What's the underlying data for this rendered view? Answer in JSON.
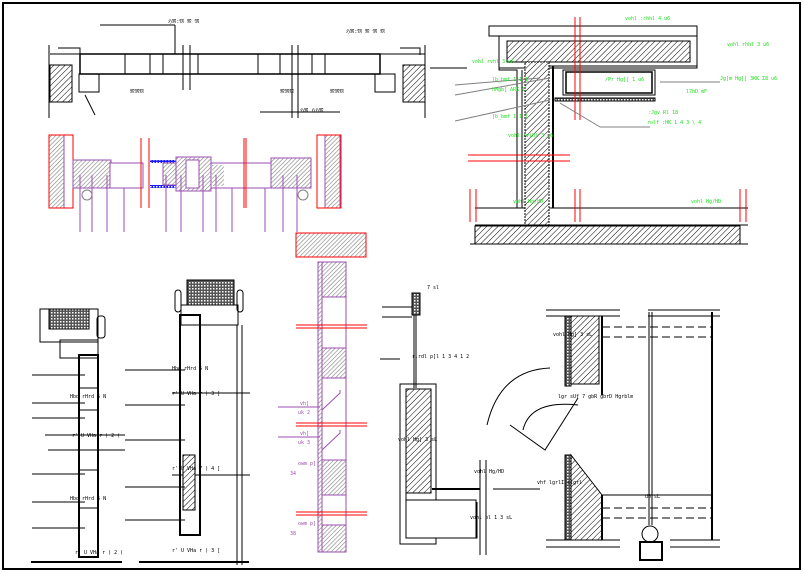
{
  "colors": {
    "line": "#000000",
    "section": "#ff0000",
    "annotation_green": "#18e018",
    "annotation_purple": "#9b4fb0",
    "glazing": "#1a1aff",
    "hatch": "#808080"
  },
  "top_plan_labels": [
    "ℌ𝔐:𝔐 𝔐 𝔐",
    "ℌ𝔐:𝔐 𝔐 𝔐 𝔐",
    "𝔐𝔐𝔐",
    "𝔐𝔐𝔐",
    "𝔐𝔐𝔐",
    "ℌ𝔐 ℌℌ𝔐"
  ],
  "top_right_labels": [
    "vohl :rhhl 4 u6",
    "vohl rhhl 3 u6",
    "vohl rvhl 3 u6",
    "]b_bmf 1 1 1",
    "hMgb[ ΛRK Σ",
    "]b_bmf 1 1 1",
    "/Pr Hg][ 1 u6",
    "Jg[m Hg][ 3KK Σ8 u6",
    "l7hD mF",
    ":Jgv Rl 18",
    "rolf :HK 1 4 3 \\ 4",
    "vohl rv(hl 3 u6",
    "vohl Hg/HD",
    "vohl Hg/HD"
  ],
  "bottom_left_labels": [
    "Hbd rHrd 5 N",
    "Hbd rHrd 5 N",
    "Hbd rHrd 5 N",
    "r' U VHa r ) 2 (",
    "r' U VHa r ) 3 [",
    "r' U VHa 7 ) 4 [",
    "r' U VHa r ) 2 (",
    "r' U VHa r ) 3 ["
  ],
  "purple_labels": [
    "vh[",
    "uk 2",
    "vh[",
    "uk 3",
    "owm p]",
    "34",
    "owm p]",
    "38"
  ],
  "bottom_mid_labels": [
    "7 sl",
    "r.rdl p]l 1 3 4 1 2",
    "vohl Hg] 3 sL",
    "vohl Hg/HD",
    "vohl bl 1 3 sL"
  ],
  "door_labels": [
    "vohl Hg] 3 sL",
    "lgr sUf 7 gbR gbrD Hgrblm",
    "vhf lgrlI slgrl",
    "d0 sL"
  ]
}
